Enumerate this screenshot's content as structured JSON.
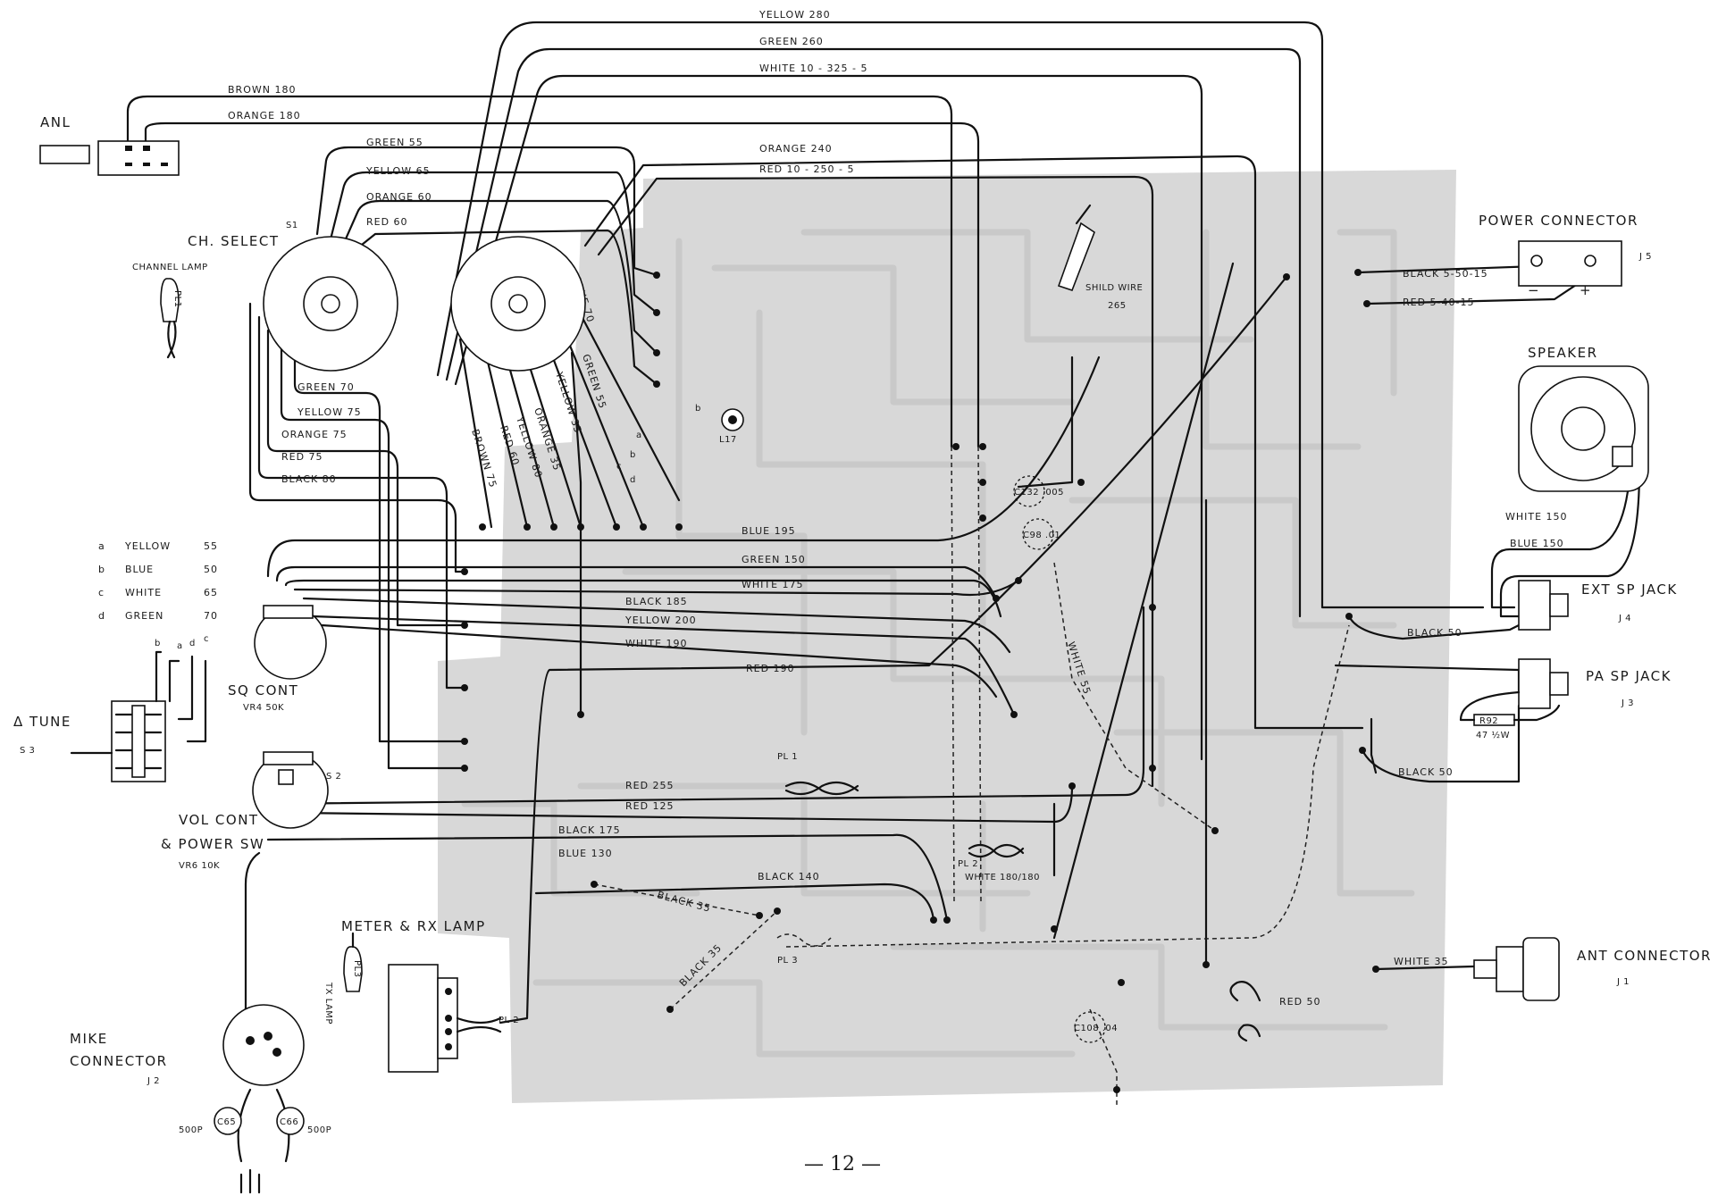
{
  "page_number": "— 12 —",
  "components": {
    "anl": "ANL",
    "ch_select": "CH. SELECT",
    "s1": "S1",
    "channel_lamp": "CHANNEL LAMP",
    "pl1_lamp": "PL1",
    "power_connector": "POWER CONNECTOR",
    "j5": "J 5",
    "speaker": "SPEAKER",
    "ext_sp_jack": "EXT SP JACK",
    "j4": "J 4",
    "pa_sp_jack": "PA SP JACK",
    "j3": "J 3",
    "r92": "R92",
    "r92_value": "47 ½W",
    "ant_connector": "ANT CONNECTOR",
    "j1": "J 1",
    "delta_tune": "Δ TUNE",
    "s3": "S 3",
    "sq_cont": "SQ CONT",
    "vr4": "VR4 50K",
    "s2": "S 2",
    "vol_cont": "VOL CONT",
    "power_sw": "& POWER SW",
    "vr6": "VR6 10K",
    "meter_rx_lamp": "METER & RX LAMP",
    "mike_connector_1": "MIKE",
    "mike_connector_2": "CONNECTOR",
    "j2": "J 2",
    "tx_lamp": "TX LAMP",
    "pl3_lamp": "PL3",
    "c65": "C65",
    "c66": "C66",
    "c65_value": "500P",
    "c66_value": "500P",
    "l17": "L17",
    "b_point": "b",
    "shild_wire": "SHILD WIRE",
    "shild_wire_len": "265",
    "c132": "C132 .005",
    "c98": "C98 .01",
    "c108": "C108 .04",
    "pl1": "PL 1",
    "pl2_mid": "PL 2",
    "pl2_mid_spec": "WHITE 180/180",
    "pl2_meter": "PL 2",
    "pl3": "PL 3",
    "minus": "−",
    "plus": "+"
  },
  "legend": [
    {
      "key": "a",
      "color": "YELLOW",
      "len": "55"
    },
    {
      "key": "b",
      "color": "BLUE",
      "len": "50"
    },
    {
      "key": "c",
      "color": "WHITE",
      "len": "65"
    },
    {
      "key": "d",
      "color": "GREEN",
      "len": "70"
    }
  ],
  "tune_pins": [
    "b",
    "a",
    "d",
    "c"
  ],
  "wires_top": [
    {
      "label": "YELLOW 280"
    },
    {
      "label": "GREEN 260"
    },
    {
      "label": "WHITE 10 - 325 - 5"
    },
    {
      "label": "BROWN 180"
    },
    {
      "label": "ORANGE 180"
    },
    {
      "label": "ORANGE 240"
    },
    {
      "label": "RED 10 - 250 - 5"
    }
  ],
  "wires_s1": [
    {
      "label": "GREEN 55"
    },
    {
      "label": "YELLOW 65"
    },
    {
      "label": "ORANGE 60"
    },
    {
      "label": "RED 60"
    }
  ],
  "wires_s1_lower": [
    {
      "label": "GREEN 70"
    },
    {
      "label": "YELLOW 75"
    },
    {
      "label": "ORANGE 75"
    },
    {
      "label": "RED 75"
    },
    {
      "label": "BLACK 80"
    }
  ],
  "wires_vertical": [
    {
      "label": "BLUE 70"
    },
    {
      "label": "GREEN 55"
    },
    {
      "label": "YELLOW 35"
    },
    {
      "label": "ORANGE 35"
    },
    {
      "label": "YELLOW 80"
    },
    {
      "label": "RED 60"
    },
    {
      "label": "BROWN 75"
    }
  ],
  "abcd_marks": [
    "a",
    "b",
    "c",
    "d"
  ],
  "wires_middle": [
    {
      "label": "BLUE 195"
    },
    {
      "label": "GREEN 150"
    },
    {
      "label": "WHITE 175"
    },
    {
      "label": "BLACK 185"
    },
    {
      "label": "YELLOW 200"
    },
    {
      "label": "WHITE 190"
    },
    {
      "label": "RED 190"
    }
  ],
  "wires_lower": [
    {
      "label": "RED 255"
    },
    {
      "label": "RED 125"
    },
    {
      "label": "BLACK 175"
    },
    {
      "label": "BLUE 130"
    },
    {
      "label": "BLACK 140"
    }
  ],
  "wires_power": [
    {
      "label": "BLACK 5-50-15"
    },
    {
      "label": "RED 5-40-15"
    }
  ],
  "wires_speaker": [
    {
      "label": "WHITE 150"
    },
    {
      "label": "BLUE 150"
    }
  ],
  "wires_right": [
    {
      "label": "BLACK 50"
    },
    {
      "label": "BLACK 50"
    },
    {
      "label": "WHITE 35"
    },
    {
      "label": "RED 50"
    }
  ],
  "wires_misc": [
    {
      "label": "BLACK 35"
    },
    {
      "label": "BLACK 35"
    },
    {
      "label": "WHITE 55"
    }
  ]
}
